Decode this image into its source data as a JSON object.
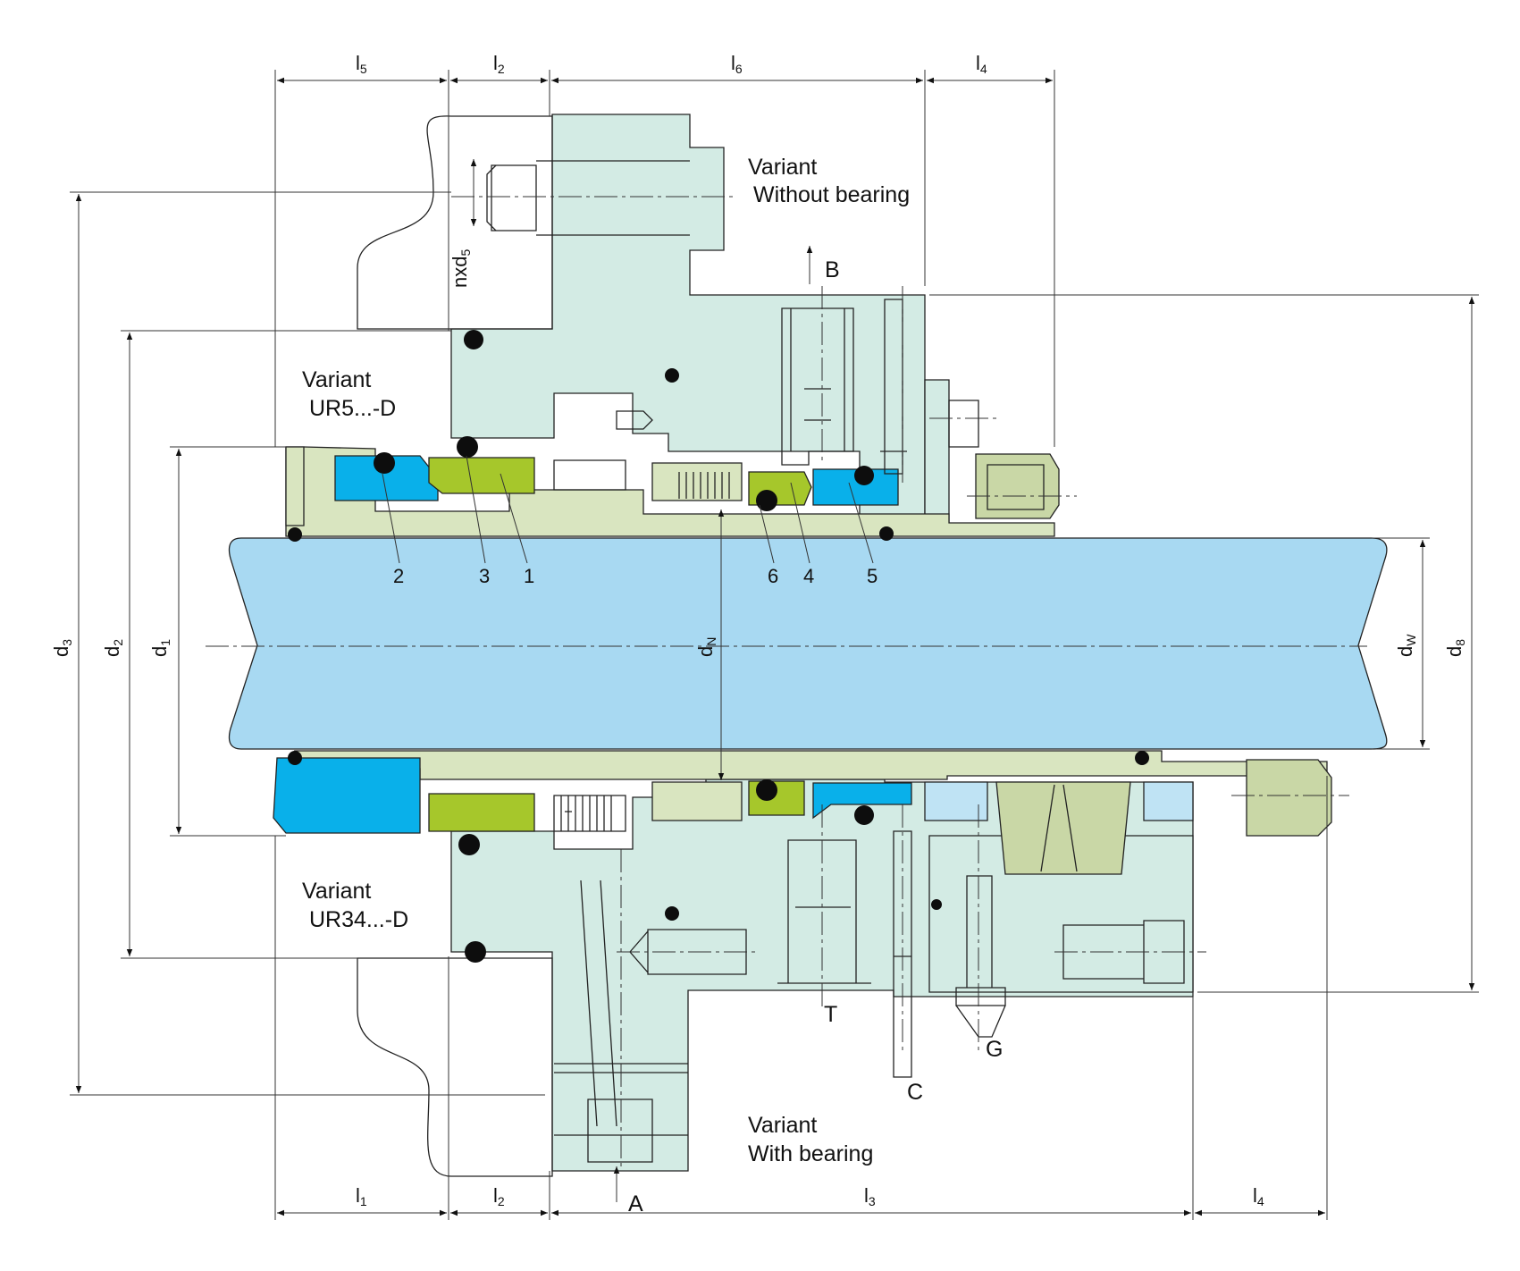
{
  "colors": {
    "housing": "#d3ebe4",
    "sleeve": "#d9e5c0",
    "shaft": "#a8d9f2",
    "blue_ring": "#09b0ea",
    "seal_face": "#a6c72b",
    "bearing_cage": "#c9d7a6",
    "bearing_race": "#bfe3f4",
    "oring": "#0d0d0d",
    "line": "#222222"
  },
  "variants": {
    "top_right": [
      "Variant",
      "Without bearing"
    ],
    "top_left": [
      "Variant",
      "UR5...-D"
    ],
    "bottom_left": [
      "Variant",
      "UR34...-D"
    ],
    "bottom_right": [
      "Variant",
      "With bearing"
    ]
  },
  "dims_top": [
    {
      "base": "l",
      "sub": "5"
    },
    {
      "base": "l",
      "sub": "2"
    },
    {
      "base": "l",
      "sub": "6"
    },
    {
      "base": "l",
      "sub": "4"
    }
  ],
  "dims_bottom": [
    {
      "base": "l",
      "sub": "1"
    },
    {
      "base": "l",
      "sub": "2"
    },
    {
      "base": "l",
      "sub": "3"
    },
    {
      "base": "l",
      "sub": "4"
    }
  ],
  "dims_left": [
    {
      "base": "d",
      "sub": "3"
    },
    {
      "base": "d",
      "sub": "2"
    },
    {
      "base": "d",
      "sub": "1"
    }
  ],
  "dims_center": {
    "base": "d",
    "sub": "N"
  },
  "dims_right": [
    {
      "base": "d",
      "sub": "W"
    },
    {
      "base": "d",
      "sub": "8"
    }
  ],
  "bolt_dim": {
    "base": "nxd",
    "sub": "5"
  },
  "ports": [
    "A",
    "B",
    "C",
    "G",
    "T"
  ],
  "part_numbers": [
    "2",
    "3",
    "1",
    "6",
    "4",
    "5"
  ]
}
